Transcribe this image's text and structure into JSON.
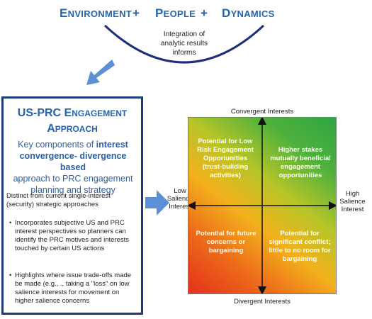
{
  "header": {
    "environment_first": "E",
    "environment_rest": "NVIRONMENT",
    "plus_1": "+",
    "people_first": "P",
    "people_rest": "EOPLE",
    "plus_2": "+",
    "dynamics_first": "D",
    "dynamics_rest": "YNAMICS",
    "integration_line1": "Integration of",
    "integration_line2": "analytic results",
    "integration_line3": "informs"
  },
  "engagement": {
    "title_line1_a": "US-PRC E",
    "title_line1_b": "NGAGEMENT",
    "title_line2_a": "A",
    "title_line2_b": "PPROACH",
    "key_line1_plain": "Key components of ",
    "key_line1_bold": "interest",
    "key_line2_bold": "convergence- divergence based",
    "key_line3": "approach  to PRC engagement",
    "key_line4": "planning and strategy",
    "distinct": "Distinct from current  single-interest (security) strategic approaches",
    "bullets": [
      "Incorporates subjective US and PRC interest perspectives so planners can identify the PRC motives and interests touched by certain US actions",
      "Highlights where issue trade-offs made be made (e.g., ., taking a \"loss\" on low salience interests for movement on higher salience concerns"
    ],
    "bullet_char": "•"
  },
  "quadrant": {
    "top_label": "Convergent Interests",
    "bottom_label": "Divergent Interests",
    "left_label": "Low Salience Interest",
    "right_label": "High Salience Interest",
    "top_left": "Potential for Low Risk Engagement Opportunities (trust-building activities)",
    "top_right": "Higher stakes mutually beneficial engagement opportunities",
    "bottom_left": "Potential for future concerns or bargaining",
    "bottom_right": "Potential for significant conflict; little to no room for bargaining"
  },
  "colors": {
    "title_blue": "#2464b0",
    "box_border": "#1d3a7a",
    "arrow_blue": "#5b8fd6",
    "arc_navy": "#1d2e7a"
  },
  "icons": {
    "curved_arc": "curved-arc-icon",
    "diagonal_arrow": "down-left-arrow-icon",
    "right_arrow": "right-arrow-icon"
  }
}
